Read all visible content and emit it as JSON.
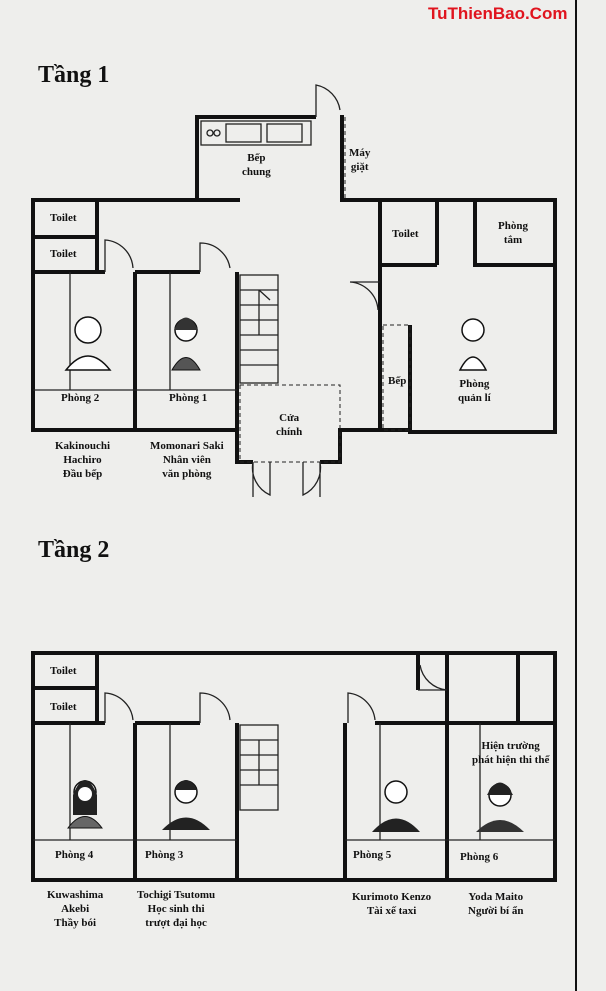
{
  "watermark": "TuThienBao.Com",
  "floor1": {
    "title": "Tầng 1",
    "rooms": {
      "kitchen": "Bếp\nchung",
      "washer": "Máy\ngiặt",
      "toilet1": "Toilet",
      "toilet2": "Toilet",
      "toilet3": "Toilet",
      "bath": "Phòng\ntắm",
      "room2": "Phòng 2",
      "room1": "Phòng 1",
      "entrance": "Cửa\nchính",
      "kitchen2": "Bếp",
      "manager": "Phòng\nquản lí"
    },
    "captions": {
      "room2": "Kakinouchi\nHachiro\nĐầu bếp",
      "room1": "Momonari Saki\nNhân viên\nvăn phòng"
    }
  },
  "floor2": {
    "title": "Tầng 2",
    "rooms": {
      "toilet1": "Toilet",
      "toilet2": "Toilet",
      "room4": "Phòng 4",
      "room3": "Phòng 3",
      "room5": "Phòng 5",
      "room6": "Phòng 6",
      "crime_scene": "Hiện trường\nphát hiện thi thể"
    },
    "captions": {
      "room4": "Kuwashima\nAkebi\nThầy bói",
      "room3": "Tochigi Tsutomu\nHọc sinh thi\ntrượt đại học",
      "room5": "Kurimoto Kenzo\nTài xế taxi",
      "room6": "Yoda Maito\nNgười bí ẩn"
    }
  }
}
